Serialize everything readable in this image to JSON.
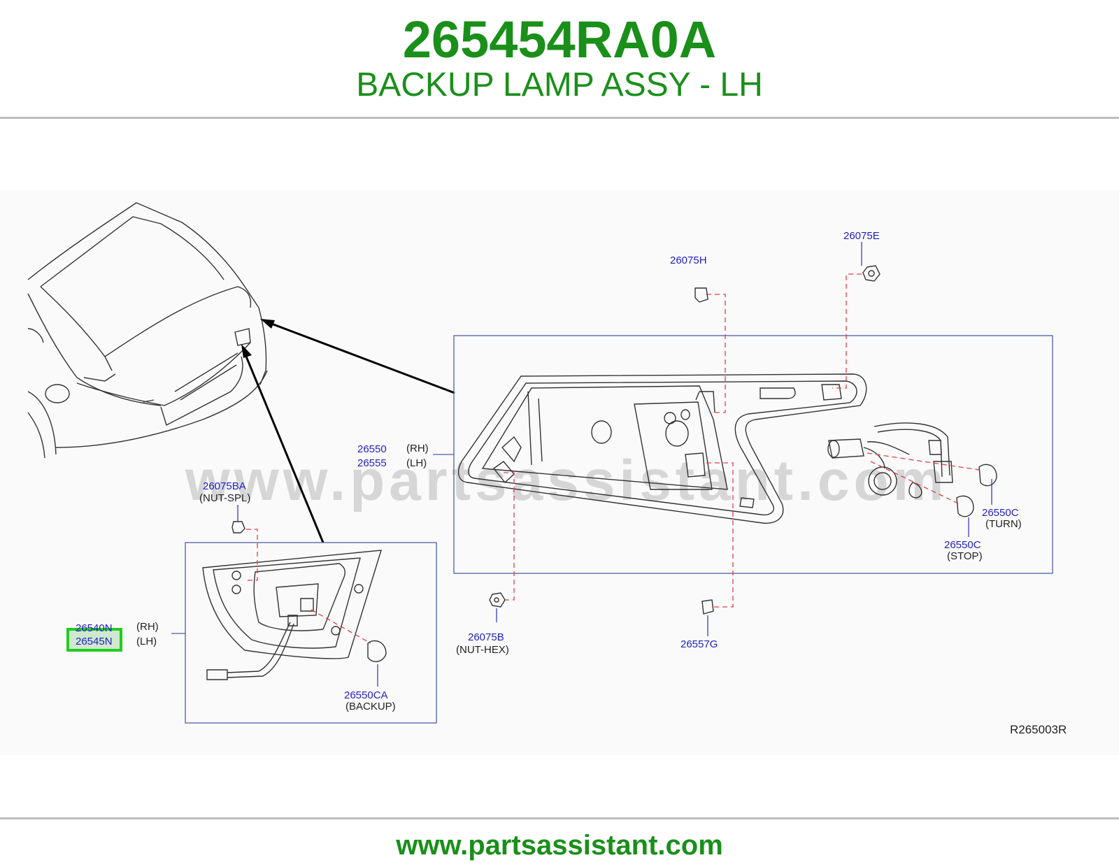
{
  "header": {
    "part_number": "265454RA0A",
    "part_name": "BACKUP LAMP ASSY - LH"
  },
  "watermark": "www.partsassistant.com",
  "diagram": {
    "reference": "R265003R",
    "labels": {
      "p26075E": "26075E",
      "p26075H": "26075H",
      "p26550": "26550",
      "p26555": "26555",
      "rh1": "(RH)",
      "lh1": "(LH)",
      "p26075BA": "26075BA",
      "nut_spl": "(NUT-SPL)",
      "p26540N": "26540N",
      "p26545N": "26545N",
      "rh2": "(RH)",
      "lh2": "(LH)",
      "p26550CA": "26550CA",
      "backup": "(BACKUP)",
      "p26075B": "26075B",
      "nut_hex": "(NUT-HEX)",
      "p26557G": "26557G",
      "p26550C_turn": "26550C",
      "turn": "(TURN)",
      "p26550C_stop": "26550C",
      "stop": "(STOP)"
    },
    "highlighted_part": "26545N",
    "highlight_color": "#22cc22",
    "label_color": "#1f1fbf"
  },
  "footer": {
    "url": "www.partsassistant.com"
  }
}
